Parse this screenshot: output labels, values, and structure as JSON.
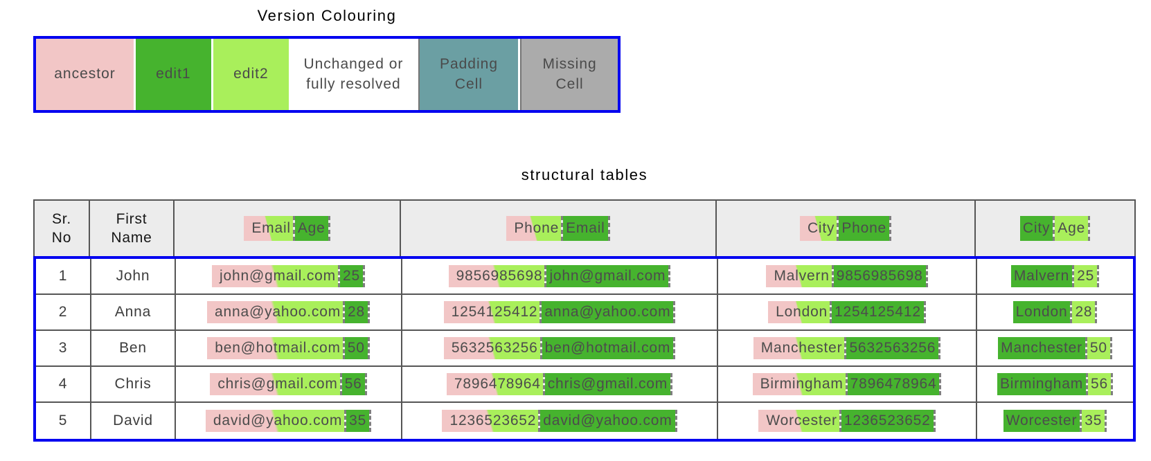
{
  "colors": {
    "ancestor": "#f2c6c6",
    "edit1": "#46b32e",
    "edit2": "#a9ef5b",
    "unchanged": "#ffffff",
    "padding": "#6b9fa3",
    "missing": "#ababab",
    "frame_blue": "#0000f0"
  },
  "legend": {
    "title": "Version Colouring",
    "cells": [
      {
        "label": "ancestor",
        "color_key": "ancestor",
        "bordered": false
      },
      {
        "label": "edit1",
        "color_key": "edit1",
        "bordered": false
      },
      {
        "label": "edit2",
        "color_key": "edit2",
        "bordered": false
      },
      {
        "label": "Unchanged or fully resolved",
        "color_key": "unchanged",
        "bordered": false
      },
      {
        "label": "Padding Cell",
        "color_key": "padding",
        "bordered": true
      },
      {
        "label": "Missing Cell",
        "color_key": "missing",
        "bordered": true
      }
    ]
  },
  "table": {
    "title": "structural tables",
    "plain_headers": [
      "Sr. No",
      "First Name"
    ],
    "merged_headers": [
      {
        "first": "Email",
        "second": "Age",
        "variant": "three_way"
      },
      {
        "first": "Phone",
        "second": "Email",
        "variant": "three_way"
      },
      {
        "first": "City",
        "second": "Phone",
        "variant": "three_way"
      },
      {
        "first": "City",
        "second": "Age",
        "variant": "two_way"
      }
    ],
    "rows": [
      {
        "sr": "1",
        "first_name": "John",
        "cells": [
          [
            "john@gmail.com",
            "25"
          ],
          [
            "9856985698",
            "john@gmail.com"
          ],
          [
            "Malvern",
            "9856985698"
          ],
          [
            "Malvern",
            "25"
          ]
        ]
      },
      {
        "sr": "2",
        "first_name": "Anna",
        "cells": [
          [
            "anna@yahoo.com",
            "28"
          ],
          [
            "1254125412",
            "anna@yahoo.com"
          ],
          [
            "London",
            "1254125412"
          ],
          [
            "London",
            "28"
          ]
        ]
      },
      {
        "sr": "3",
        "first_name": "Ben",
        "cells": [
          [
            "ben@hotmail.com",
            "50"
          ],
          [
            "5632563256",
            "ben@hotmail.com"
          ],
          [
            "Manchester",
            "5632563256"
          ],
          [
            "Manchester",
            "50"
          ]
        ]
      },
      {
        "sr": "4",
        "first_name": "Chris",
        "cells": [
          [
            "chris@gmail.com",
            "56"
          ],
          [
            "7896478964",
            "chris@gmail.com"
          ],
          [
            "Birmingham",
            "7896478964"
          ],
          [
            "Birmingham",
            "56"
          ]
        ]
      },
      {
        "sr": "5",
        "first_name": "David",
        "cells": [
          [
            "david@yahoo.com",
            "35"
          ],
          [
            "1236523652",
            "david@yahoo.com"
          ],
          [
            "Worcester",
            "1236523652"
          ],
          [
            "Worcester",
            "35"
          ]
        ]
      }
    ]
  }
}
